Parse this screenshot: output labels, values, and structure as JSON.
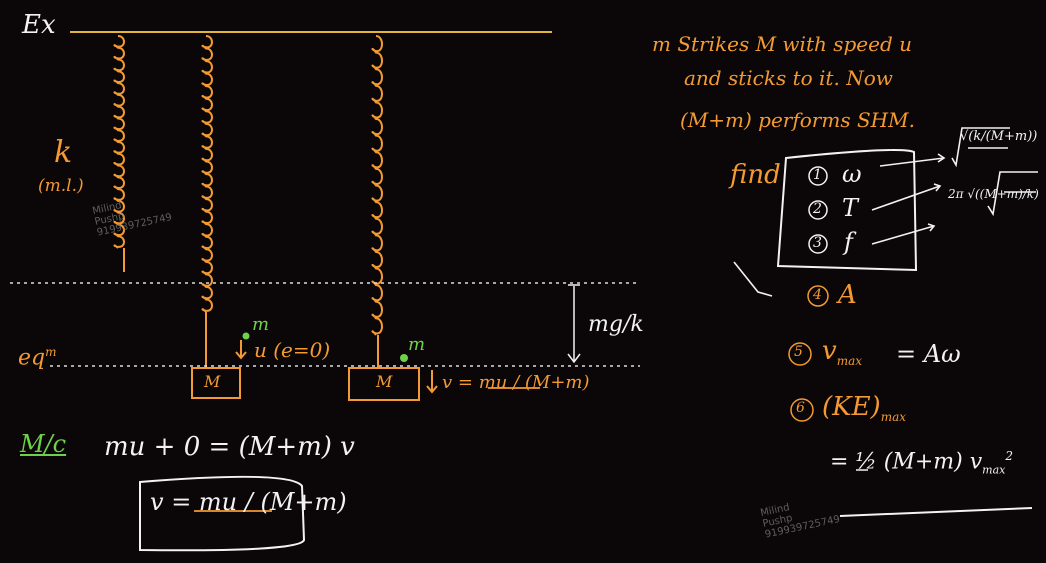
{
  "header": {
    "ex_label": "Ex"
  },
  "left_panel": {
    "spring_constant": "k",
    "massless_note": "(m.l.)",
    "equilibrium_label": "eq",
    "equilibrium_superscript": "m",
    "small_mass_1": "m",
    "incoming_velocity": "u (e=0)",
    "small_mass_2": "m",
    "block_1": "M",
    "block_2": "M",
    "combined_velocity": "v = mu / (M+m)",
    "extension_label": "mg/k",
    "momentum_label": "M/c",
    "momentum_equation": "mu + 0 = (M+m) v",
    "boxed_result": "v = mu / (M+m)"
  },
  "right_panel": {
    "statement_line1": "m Strikes M with speed u",
    "statement_line2": "and sticks to it. Now",
    "statement_line3": "(M+m) performs SHM.",
    "find_label": "find",
    "items": [
      {
        "num": "1",
        "label": "ω",
        "answer": "√(k/(M+m))"
      },
      {
        "num": "2",
        "label": "T",
        "answer": "2π √((M+m)/k)"
      },
      {
        "num": "3",
        "label": "f",
        "answer": ""
      },
      {
        "num": "4",
        "label": "A",
        "answer": ""
      },
      {
        "num": "5",
        "label": "v",
        "answer": "= Aω"
      },
      {
        "num": "6",
        "label": "(KE)",
        "answer": ""
      }
    ],
    "vmax_sub": "max",
    "ke_sub": "max",
    "ke_formula": "= ½ (M+m) v",
    "ke_formula_sub": "max",
    "ke_formula_sup": "2"
  },
  "watermarks": [
    {
      "text": "Milind\nPushp\n919939725749"
    },
    {
      "text": "Milind\nPushp\n919939725749"
    }
  ],
  "colors": {
    "background": "#0b0608",
    "ink_orange": "#f39a32",
    "ink_white": "#f2f2f2",
    "ink_green": "#6fd14a",
    "ceiling": "#e3b53a"
  }
}
